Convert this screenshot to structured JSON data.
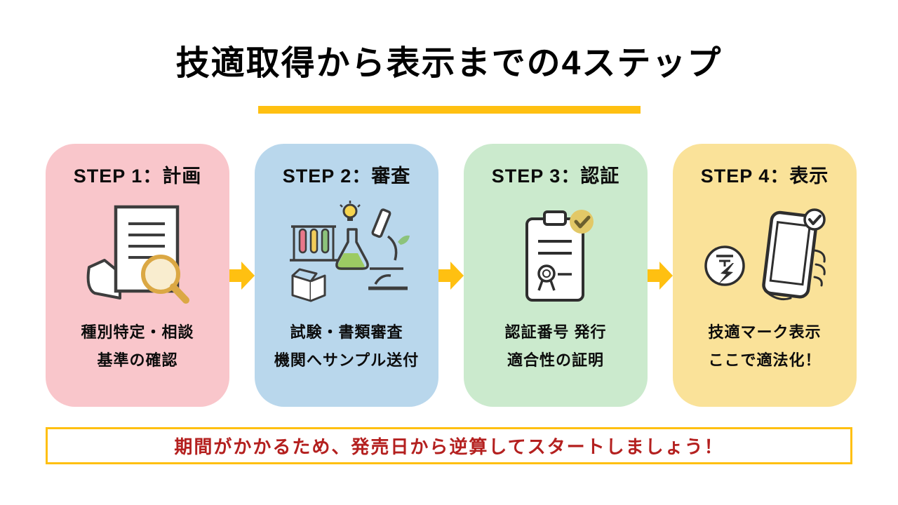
{
  "title": "技適取得から表示までの4ステップ",
  "accent_color": "#FFC011",
  "arrow_icon": "block-arrow-right-icon",
  "steps": [
    {
      "label": "STEP 1：計画",
      "icon": "document-magnifier-icon",
      "line1": "種別特定・相談",
      "line2": "基準の確認",
      "bg_color": "#F9C6CB"
    },
    {
      "label": "STEP 2：審査",
      "icon": "lab-equipment-icon",
      "line1": "試験・書類審査",
      "line2": "機関へサンプル送付",
      "bg_color": "#B9D7EC"
    },
    {
      "label": "STEP 3：認証",
      "icon": "certificate-check-icon",
      "line1": "認証番号 発行",
      "line2": "適合性の証明",
      "bg_color": "#CBEACD"
    },
    {
      "label": "STEP 4：表示",
      "icon": "smartphone-giteki-mark-icon",
      "line1": "技適マーク表示",
      "line2": "ここで適法化！",
      "bg_color": "#FAE299"
    }
  ],
  "footer": {
    "text": "期間がかかるため、発売日から逆算してスタートしましょう！",
    "text_color": "#B4201F"
  }
}
